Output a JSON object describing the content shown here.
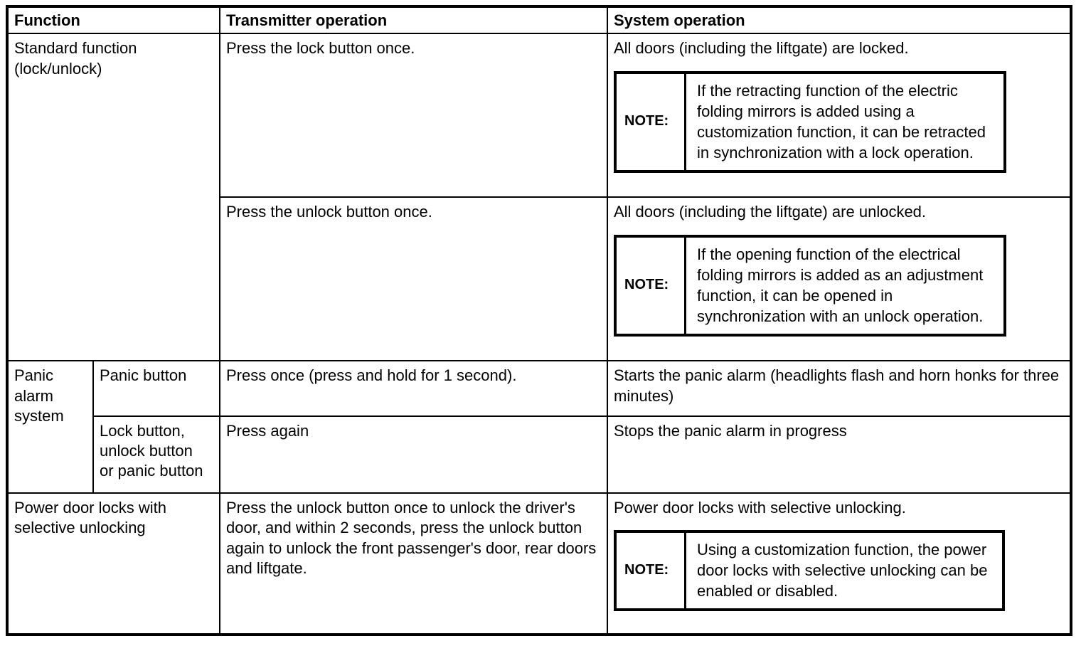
{
  "document": {
    "type": "manual-table",
    "title": "Remote keyless entry transmitter function table",
    "border_color": "#000000",
    "background_color": "#ffffff"
  },
  "table": {
    "headers": {
      "function": "Function",
      "transmitter_operation": "Transmitter operation",
      "system_operation": "System operation"
    },
    "rows": [
      {
        "id": "standard-function-lock",
        "function": "Standard function\n(lock/unlock)",
        "transmitter_operation": "Press the lock button once.",
        "system_operation": "All doors (including the liftgate) are locked.",
        "note": {
          "label": "NOTE:",
          "text": "If the retracting function of the electric folding mirrors is added using a customization function, it can be retracted in synchronization with a lock operation."
        }
      },
      {
        "id": "standard-function-unlock",
        "transmitter_operation": "Press the unlock button once.",
        "system_operation": "All doors (including the liftgate) are unlocked.",
        "note": {
          "label": "NOTE:",
          "text": "If the opening function of the electrical folding mirrors is added as an adjustment function, it can be opened in synchronization with an unlock operation."
        }
      },
      {
        "id": "panic-alarm-panic-button",
        "function": "Panic\nalarm\nsystem",
        "sub_function": "Panic button",
        "transmitter_operation": "Press once (press and hold for 1 second).",
        "system_operation": "Starts the panic alarm (headlights flash and horn honks for three minutes)"
      },
      {
        "id": "panic-alarm-stop",
        "sub_function": "Lock button,\nunlock button\nor panic button",
        "transmitter_operation": "Press again",
        "system_operation": "Stops the panic alarm in progress"
      },
      {
        "id": "power-door-locks-selective",
        "function": "Power door locks with\nselective unlocking",
        "transmitter_operation": "Press the unlock button once to unlock the driver's door, and within 2 seconds, press the unlock button again to unlock the front passenger's door, rear doors and liftgate.",
        "system_operation": "Power door locks with selective unlocking.",
        "note": {
          "label": "NOTE:",
          "text": "Using a customization function, the power door locks with selective unlocking can be enabled or disabled."
        }
      }
    ]
  }
}
